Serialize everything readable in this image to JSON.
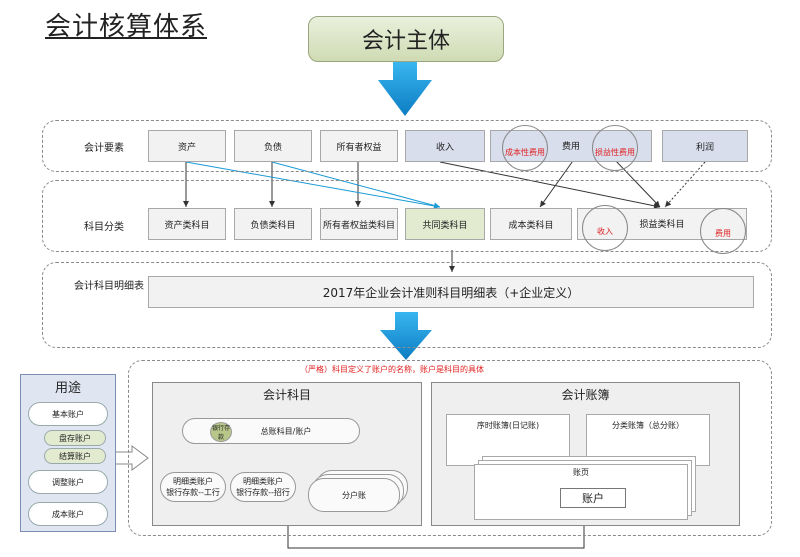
{
  "title": "会计核算体系",
  "subject": "会计主体",
  "row1": {
    "label": "会计要素",
    "items": [
      "资产",
      "负债",
      "所有者权益",
      "收入",
      "费用",
      "利润"
    ],
    "expense_circles": [
      "成本性费用",
      "损益性费用"
    ]
  },
  "row2": {
    "label": "科目分类",
    "items": [
      "资产类科目",
      "负债类科目",
      "所有者权益类科目",
      "共同类科目",
      "成本类科目",
      "损益类科目"
    ],
    "circles": [
      "收入",
      "费用"
    ]
  },
  "row3": {
    "label": "会计科目明细表",
    "content": "2017年企业会计准则科目明细表（+企业定义）"
  },
  "note": "（严格）科目定义了账户的名称，账户是科目的具体",
  "usage": {
    "title": "用途",
    "items": [
      "基本账户",
      "盘存账户",
      "结算账户",
      "调整账户",
      "成本账户"
    ]
  },
  "accounts": {
    "title": "会计科目",
    "general": "总账科目/账户",
    "badge": "银行存款",
    "detail1": "明细类账户\n银行存款--工行",
    "detail2": "明细类账户\n银行存款--招行",
    "sub": "分户账"
  },
  "books": {
    "title": "会计账簿",
    "journal": "序时账簿(日记账)",
    "ledger": "分类账簿（总分账）",
    "page": "账页",
    "account": "账户"
  }
}
